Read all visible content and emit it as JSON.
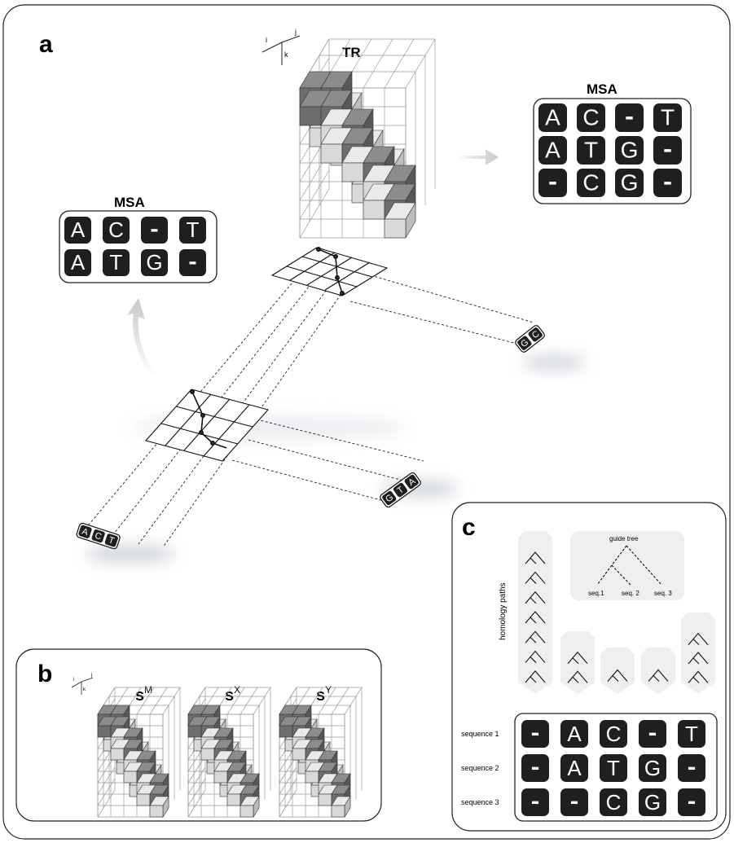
{
  "panel_a": {
    "label": "a",
    "tr_title": "TR",
    "axes": {
      "i": "i",
      "j": "j",
      "k": "k"
    },
    "msa_top_title": "MSA",
    "msa_top": [
      [
        "A",
        "C",
        "-",
        "T"
      ],
      [
        "A",
        "T",
        "G",
        "-"
      ],
      [
        "-",
        "C",
        "G",
        "-"
      ]
    ],
    "msa_left_title": "MSA",
    "msa_left": [
      [
        "A",
        "C",
        "-",
        "T"
      ],
      [
        "A",
        "T",
        "G",
        "-"
      ]
    ],
    "seq_act": [
      "A",
      "C",
      "T"
    ],
    "seq_gta": [
      "G",
      "T",
      "A"
    ],
    "seq_gc": [
      "G",
      "C"
    ]
  },
  "panel_b": {
    "label": "b",
    "axes": {
      "i": "i",
      "j": "j",
      "k": "k"
    },
    "titles": [
      {
        "base": "s",
        "sup": "M"
      },
      {
        "base": "s",
        "sup": "X"
      },
      {
        "base": "s",
        "sup": "Y"
      }
    ]
  },
  "panel_c": {
    "label": "c",
    "homology_label": "homology paths",
    "guide_tree_title": "guide tree",
    "leaves": [
      "seq.1",
      "seq. 2",
      "seq. 3"
    ],
    "rows": [
      {
        "label": "sequence 1",
        "cells": [
          "-",
          "A",
          "C",
          "-",
          "T"
        ]
      },
      {
        "label": "sequence 2",
        "cells": [
          "-",
          "A",
          "T",
          "G",
          "-"
        ]
      },
      {
        "label": "sequence 3",
        "cells": [
          "-",
          "-",
          "C",
          "G",
          "-"
        ]
      }
    ]
  },
  "colors": {
    "tile": "#1f1f1f",
    "dark_cube": "#707070",
    "light_cube": "#d9d9d9",
    "grid": "#9a9a9a",
    "panel_bg": "#efefef"
  }
}
